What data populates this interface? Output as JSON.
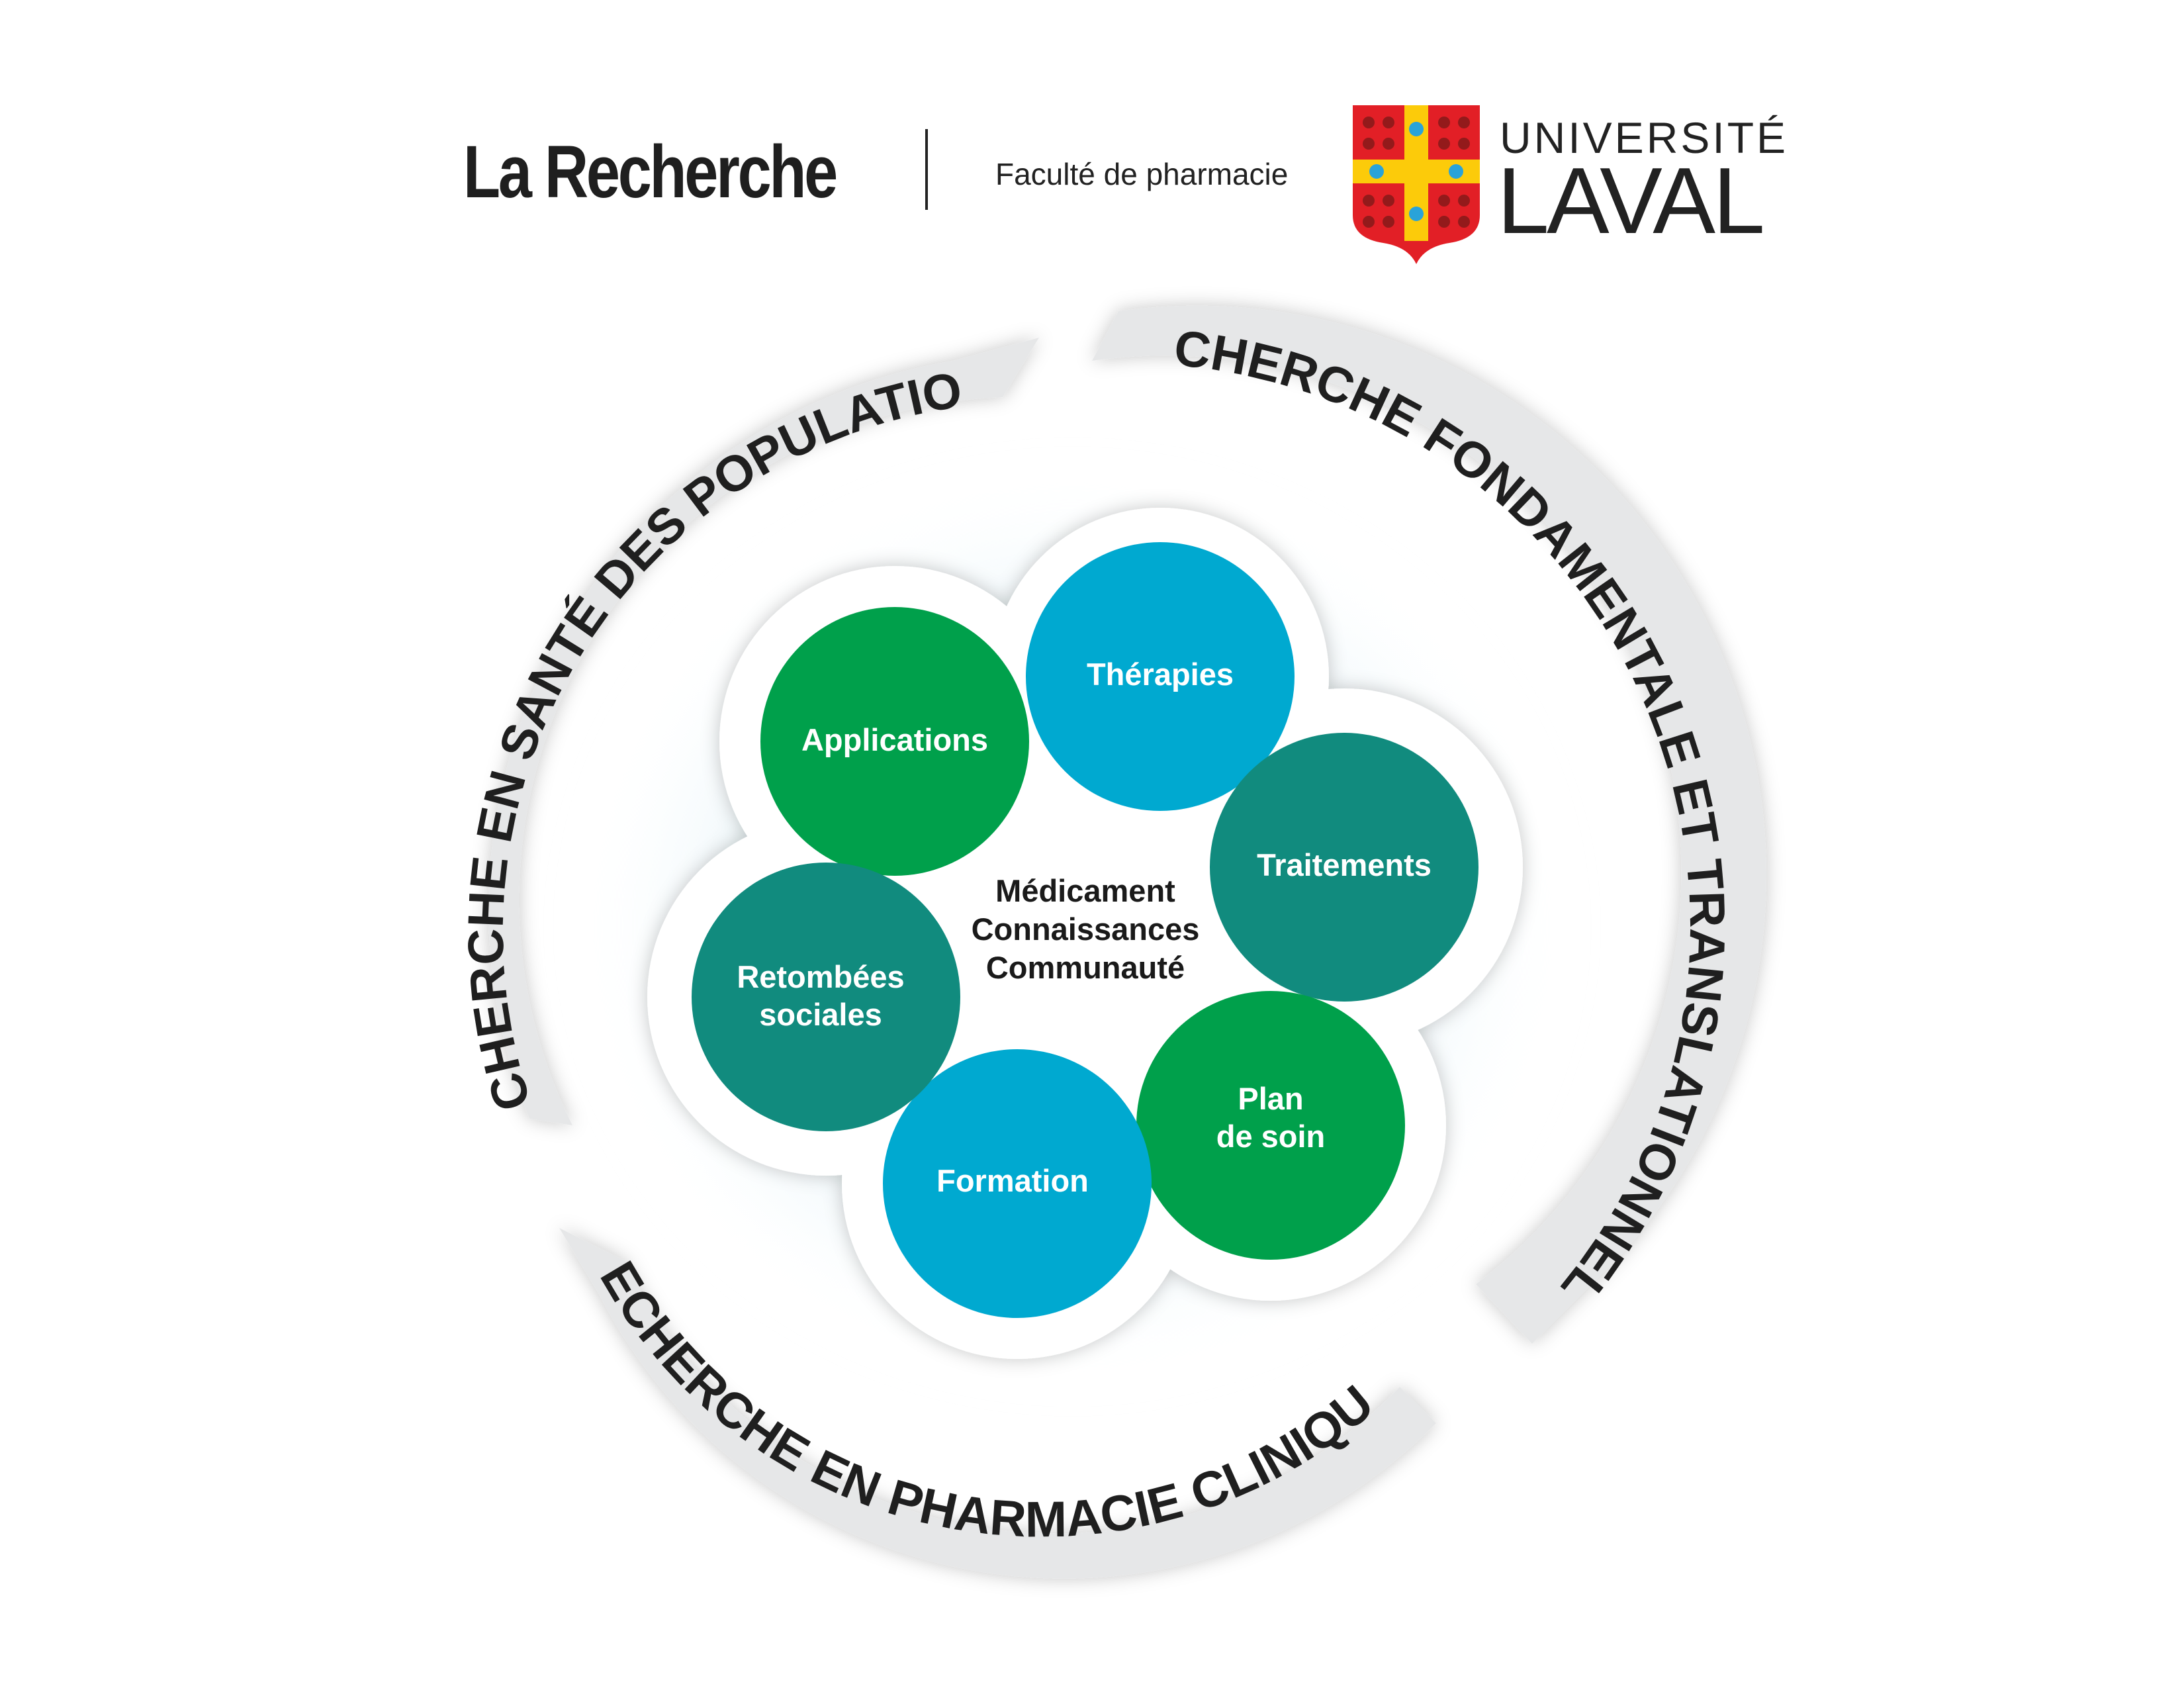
{
  "header": {
    "title": "La Recherche",
    "faculty": "Faculté de pharmacie",
    "logo_line1": "UNIVERSITÉ",
    "logo_line2": "LAVAL"
  },
  "arcs": {
    "left": "RECHERCHE EN SANTÉ DES POPULATIONS",
    "right": "RECHERCHE FONDAMENTALE ET TRANSLATIONNELLE",
    "bottom": "RECHERCHE EN PHARMACIE CLINIQUE"
  },
  "circles": {
    "applications": "Applications",
    "therapies": "Thérapies",
    "traitements": "Traitements",
    "plan_line1": "Plan",
    "plan_line2": "de soin",
    "formation": "Formation",
    "retombees_line1": "Retombées",
    "retombees_line2": "sociales"
  },
  "center": {
    "line1": "Médicament",
    "line2": "Connaissances",
    "line3": "Communauté"
  },
  "colors": {
    "green": "#00A04B",
    "blue": "#00A9D0",
    "teal": "#118B7E",
    "arc_grey": "#E6E7E8",
    "shield_red": "#E21F26",
    "shield_yellow": "#FCCB0A"
  }
}
